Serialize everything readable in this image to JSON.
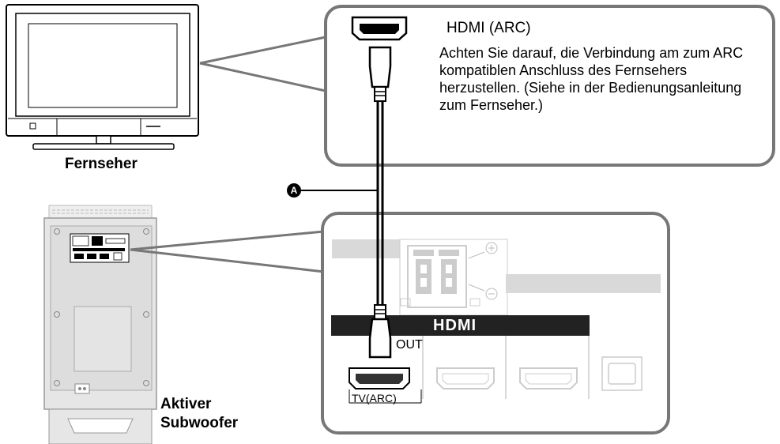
{
  "connector_title": "HDMI (ARC)",
  "connector_note": "Achten Sie darauf, die Verbindung am zum ARC kompatiblen Anschluss des Fernsehers herzustellen. (Siehe in der Bedienungsanleitung zum Fernseher.)",
  "tv_label": "Fernseher",
  "subwoofer_label_line1": "Aktiver",
  "subwoofer_label_line2": "Subwoofer",
  "callout_letter": "A",
  "panel_logo": "HDMI",
  "port_out_label": "OUT",
  "port_tv_label": "TV(ARC)",
  "colors": {
    "line": "#000000",
    "frame": "#777777",
    "device_gray": "#e6e6e6",
    "panel_gray": "#d9d9d9"
  }
}
